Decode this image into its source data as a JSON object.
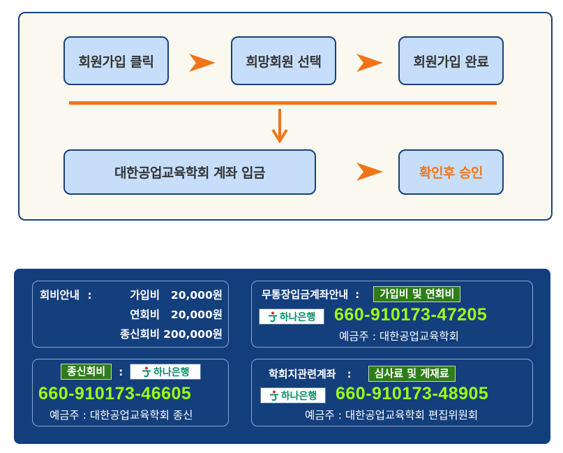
{
  "flow": {
    "steps": [
      {
        "label": "회원가입 클릭"
      },
      {
        "label": "희망회원 선택"
      },
      {
        "label": "회원가입 완료"
      },
      {
        "label": "대한공업교육학회 계좌 입금"
      },
      {
        "label": "확인후 승인"
      }
    ],
    "colors": {
      "arrow": "#f27418",
      "box": "#c6def9",
      "border": "#17407c",
      "highlight_text": "#f0771c"
    }
  },
  "fees": {
    "title": "회비안내",
    "separator": ":",
    "items": [
      {
        "name": "가입비",
        "amount": "20,000원"
      },
      {
        "name": "연회비",
        "amount": "20,000원"
      },
      {
        "name": "종신회비",
        "amount": "200,000원"
      }
    ]
  },
  "bank": {
    "name": "하나은행",
    "logo_icon": "hana-bank-logo-icon",
    "color": "#0b8c6b"
  },
  "accounts": {
    "general": {
      "title": "무통장입금계좌안내",
      "separator": ":",
      "tag": "가입비 및 연회비",
      "number": "660-910173-47205",
      "holder": "예금주 : 대한공업교육학회"
    },
    "lifetime": {
      "tag": "종신회비",
      "separator": ":",
      "number": "660-910173-46605",
      "holder": "예금주 : 대한공업교육학회 종신"
    },
    "journal": {
      "title": "학회지관련계좌",
      "separator": ":",
      "tag": "심사료 및 게재료",
      "number": "660-910173-48905",
      "holder": "예금주 : 대한공업교육학회 편집위원회"
    },
    "colors": {
      "number": "#9cff12",
      "panel": "#133e7c",
      "tag": "#2f7d1a"
    }
  }
}
